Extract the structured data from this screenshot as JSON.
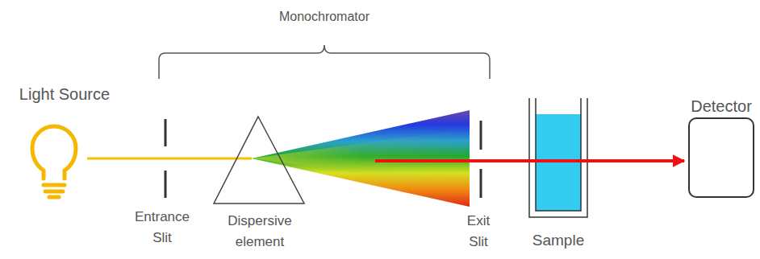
{
  "diagram": {
    "nodes": [
      {
        "text": [
          "Detector"
        ]
      }
    ],
    "labels": [
      "Monochromator",
      "Light Source",
      "Entrance Slit",
      "Dispersive element",
      "Exit Slit",
      "Sample"
    ]
  }
}
